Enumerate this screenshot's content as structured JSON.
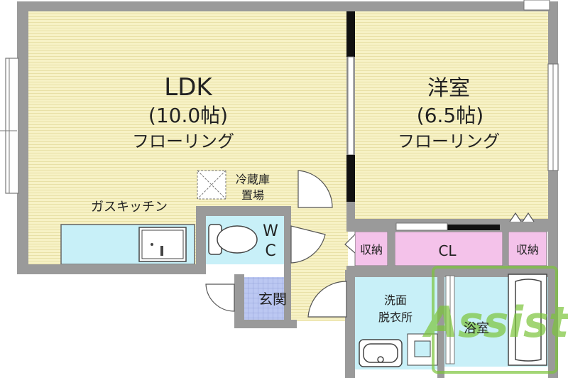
{
  "floorplan": {
    "rooms": {
      "ldk": {
        "name": "LDK",
        "size": "(10.0帖)",
        "floor": "フローリング"
      },
      "western": {
        "name": "洋室",
        "size": "(6.5帖)",
        "floor": "フローリング"
      },
      "wc": {
        "w": "W",
        "c": "C"
      },
      "genkan": "玄関",
      "senmen": {
        "line1": "洗面",
        "line2": "脱衣所"
      },
      "bath": "浴室",
      "closet": "CL",
      "storage_left": "収納",
      "storage_right": "収納"
    },
    "fixtures": {
      "fridge_line1": "冷蔵庫",
      "fridge_line2": "置場",
      "kitchen": "ガスキッチン"
    },
    "watermark": "Assist"
  },
  "colors": {
    "floor": "#f7f2c6",
    "floor_line": "#e6dea0",
    "wall": "#9a9a9a",
    "wet_area": "#c8f0f8",
    "storage": "#f4c2ea",
    "tile": "#bcc8f2",
    "watermark": "#7cc43a"
  }
}
